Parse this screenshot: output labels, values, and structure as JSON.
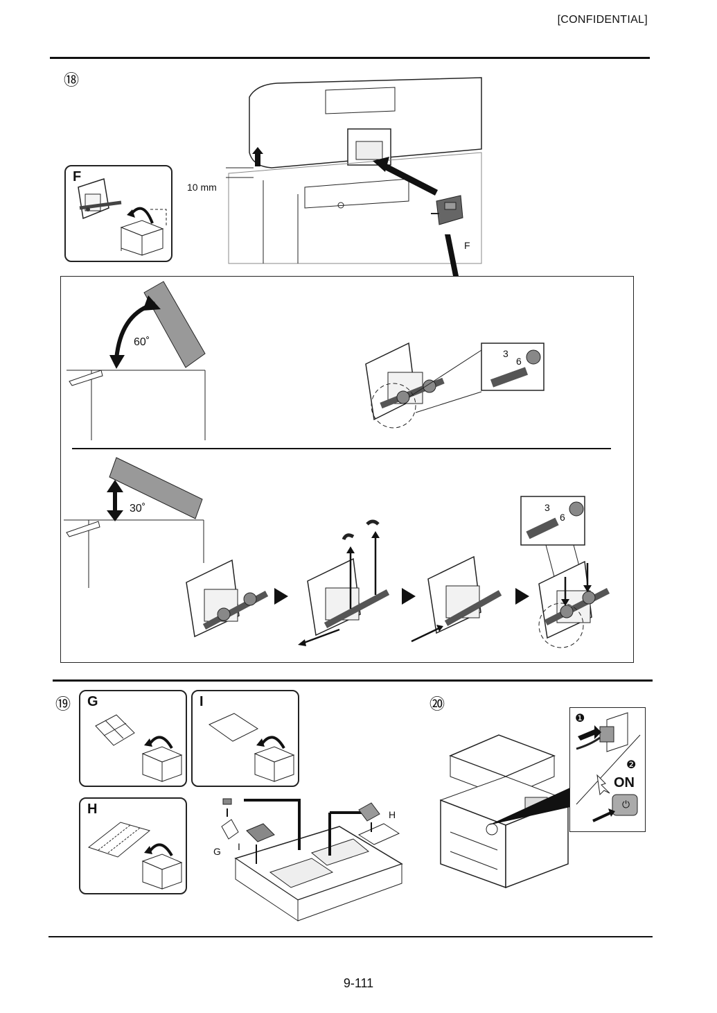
{
  "header": {
    "confidential": "[CONFIDENTIAL]"
  },
  "steps": {
    "s18": "⑱",
    "s19": "⑲",
    "s20": "⑳"
  },
  "step18": {
    "part_panel_letter": "F",
    "callout_part": "F",
    "gap_label": "10 mm",
    "angle_upper": "60˚",
    "angle_lower": "30˚",
    "hole_labels": [
      "3",
      "6"
    ]
  },
  "step19": {
    "panels": [
      {
        "letter": "G"
      },
      {
        "letter": "I"
      },
      {
        "letter": "H"
      }
    ],
    "callouts": {
      "g": "G",
      "i": "I",
      "h": "H"
    }
  },
  "step20": {
    "marker1": "❶",
    "marker2": "❷",
    "on_label": "ON"
  },
  "footer": {
    "page_number": "9-111"
  }
}
